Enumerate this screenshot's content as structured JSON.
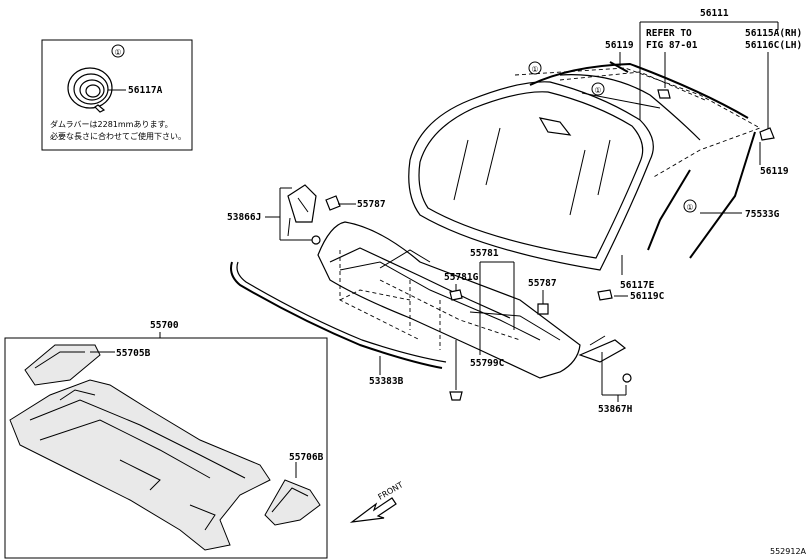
{
  "labels": {
    "l56111": "56111",
    "refer1": "REFER TO",
    "refer2": "FIG 87-01",
    "l56119a": "56119",
    "l56115a": "56115A(RH)",
    "l56116c": "56116C(LH)",
    "l56117a": "56117A",
    "note1": "ダムラバーは2281mmあります。",
    "note2": "必要な長さに合わせてご使用下さい。",
    "circ": "①",
    "l53866j": "53866J",
    "l55787a": "55787",
    "l56119b": "56119",
    "l75533g": "75533G",
    "l55781": "55781",
    "l55781g": "55781G",
    "l55787b": "55787",
    "l56117e": "56117E",
    "l56119c": "56119C",
    "l55700": "55700",
    "l55705b": "55705B",
    "l53383b": "53383B",
    "l55799c": "55799C",
    "l53867h": "53867H",
    "l55706b": "55706B",
    "front": "FRONT",
    "code": "552912A"
  }
}
